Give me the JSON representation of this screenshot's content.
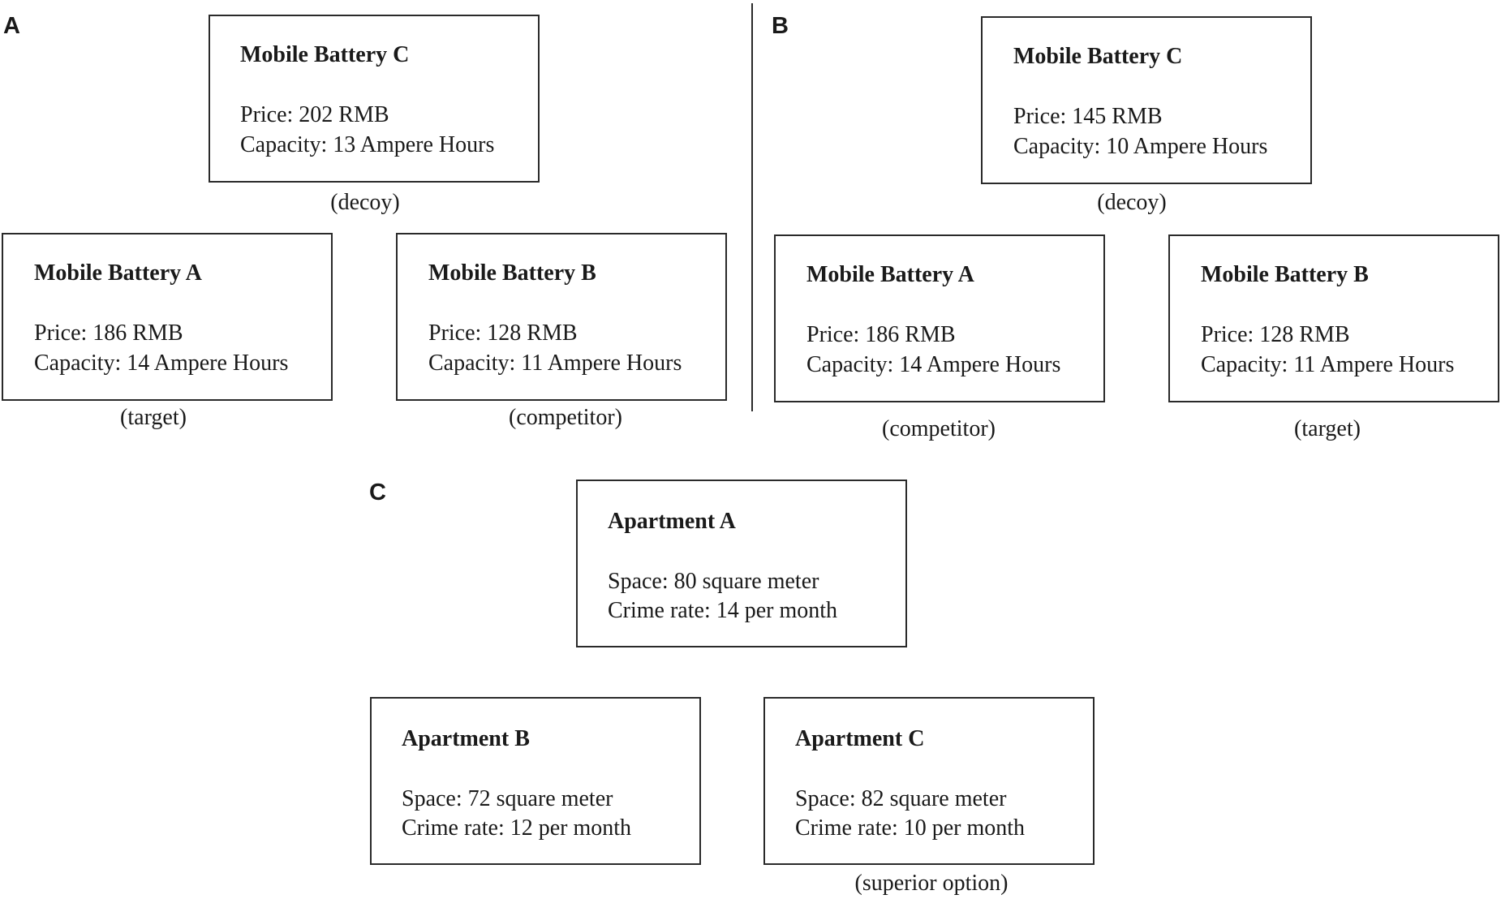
{
  "panels": {
    "a": {
      "letter": "A",
      "decoy": {
        "title": "Mobile Battery C",
        "line1": "Price: 202 RMB",
        "line2": "Capacity: 13 Ampere Hours",
        "caption": "(decoy)"
      },
      "left": {
        "title": "Mobile Battery A",
        "line1": "Price: 186 RMB",
        "line2": "Capacity: 14 Ampere Hours",
        "caption": "(target)"
      },
      "right": {
        "title": "Mobile Battery B",
        "line1": "Price: 128 RMB",
        "line2": "Capacity: 11 Ampere Hours",
        "caption": "(competitor)"
      }
    },
    "b": {
      "letter": "B",
      "decoy": {
        "title": "Mobile Battery C",
        "line1": "Price: 145 RMB",
        "line2": "Capacity: 10 Ampere Hours",
        "caption": "(decoy)"
      },
      "left": {
        "title": "Mobile Battery A",
        "line1": "Price: 186 RMB",
        "line2": "Capacity: 14 Ampere Hours",
        "caption": "(competitor)"
      },
      "right": {
        "title": "Mobile Battery B",
        "line1": "Price: 128 RMB",
        "line2": "Capacity: 11 Ampere Hours",
        "caption": "(target)"
      }
    },
    "c": {
      "letter": "C",
      "top": {
        "title": "Apartment A",
        "line1": "Space: 80 square meter",
        "line2": "Crime rate: 14 per month"
      },
      "left": {
        "title": "Apartment B",
        "line1": "Space: 72 square meter",
        "line2": "Crime rate: 12 per month"
      },
      "right": {
        "title": "Apartment  C",
        "line1": "Space: 82 square meter",
        "line2": "Crime rate: 10 per month",
        "caption": "(superior option)"
      }
    }
  }
}
